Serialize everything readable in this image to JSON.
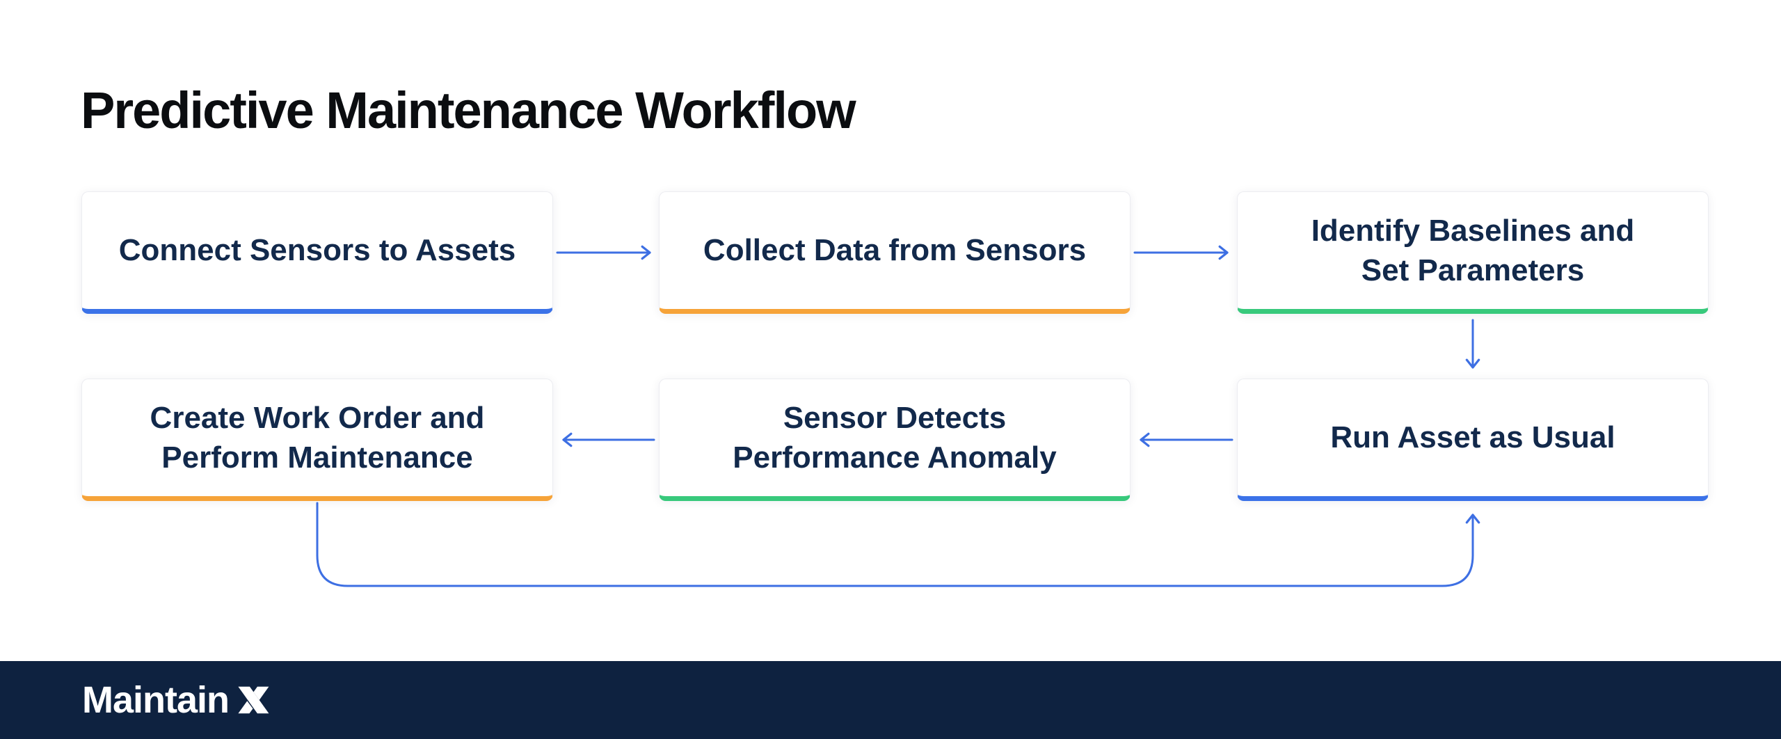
{
  "title": "Predictive Maintenance Workflow",
  "diagram": {
    "nodes": [
      {
        "id": "connect-sensors",
        "label": "Connect Sensors to Assets",
        "label_lines": [
          "Connect Sensors to Assets"
        ],
        "accent": "blue"
      },
      {
        "id": "collect-data",
        "label": "Collect Data from Sensors",
        "label_lines": [
          "Collect Data from Sensors"
        ],
        "accent": "orange"
      },
      {
        "id": "identify-baselines",
        "label": "Identify Baselines and Set Parameters",
        "label_lines": [
          "Identify Baselines and",
          "Set Parameters"
        ],
        "accent": "green"
      },
      {
        "id": "run-asset",
        "label": "Run Asset as Usual",
        "label_lines": [
          "Run Asset as Usual"
        ],
        "accent": "blue"
      },
      {
        "id": "sensor-detects",
        "label": "Sensor Detects Performance Anomaly",
        "label_lines": [
          "Sensor Detects",
          "Performance Anomaly"
        ],
        "accent": "green"
      },
      {
        "id": "create-work-order",
        "label": "Create Work Order and Perform Maintenance",
        "label_lines": [
          "Create Work Order and",
          "Perform Maintenance"
        ],
        "accent": "orange"
      }
    ],
    "edges": [
      {
        "from": "connect-sensors",
        "to": "collect-data"
      },
      {
        "from": "collect-data",
        "to": "identify-baselines"
      },
      {
        "from": "identify-baselines",
        "to": "run-asset"
      },
      {
        "from": "run-asset",
        "to": "sensor-detects"
      },
      {
        "from": "sensor-detects",
        "to": "create-work-order"
      },
      {
        "from": "create-work-order",
        "to": "run-asset"
      }
    ],
    "colors": {
      "blue": "#3B72E8",
      "orange": "#F6A339",
      "green": "#38C97C",
      "connector": "#3D6FE3",
      "node_text": "#12294B",
      "title_text": "#0B0D10",
      "footer_bg": "#0E2240",
      "logo_color": "#FFFFFF",
      "background": "#FFFFFF"
    }
  },
  "footer": {
    "logo_text": "Maintain",
    "logo_suffix": "X",
    "brand": "MaintainX"
  }
}
